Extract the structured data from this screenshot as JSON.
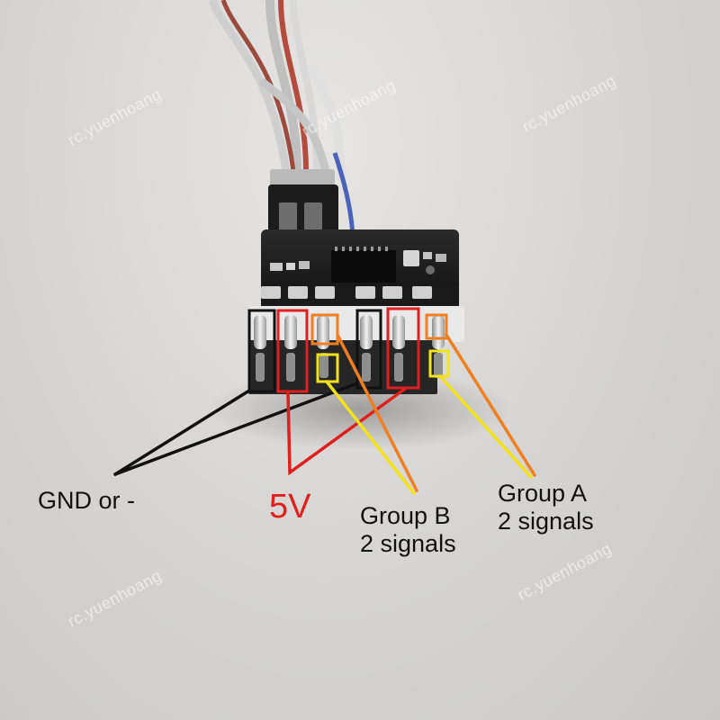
{
  "watermark": "rc.yuenhoang",
  "labels": {
    "gnd": "GND or -",
    "five_volt": "5V",
    "group_b_line1": "Group B",
    "group_b_line2": "2 signals",
    "group_a_line1": "Group A",
    "group_a_line2": "2 signals"
  },
  "colors": {
    "gnd_box": "#111111",
    "five_volt": "#e01f1f",
    "group_b_signal_1": "#f07f21",
    "group_b_signal_2": "#f2e21c",
    "group_a_signal_1": "#f07f21",
    "group_a_signal_2": "#f2e21c"
  }
}
